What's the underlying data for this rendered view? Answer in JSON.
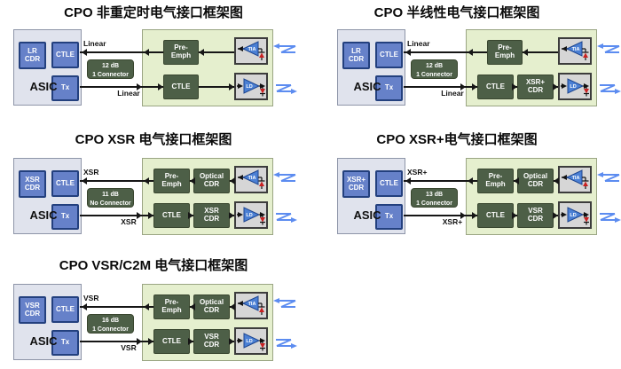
{
  "colors": {
    "dark_green_box": "#4d5f47",
    "module_bg": "#e5efce",
    "asic_bg": "#e0e3ed",
    "blue_box": "#6681c9",
    "triangle_blue": "#4b80d4",
    "diode_red": "#c92121",
    "optical_signal_blue": "#5c8cf0",
    "line_black": "#161616"
  },
  "shared": {
    "tia": "TIA",
    "ld": "LD"
  },
  "diagrams": [
    {
      "title": "CPO 非重定时电气接口框架图",
      "asic": "ASIC",
      "cdr": "LR\nCDR",
      "ctle": "CTLE",
      "tx": "Tx",
      "rx_label": "Linear",
      "tx_label": "Linear",
      "conn1": "12 dB",
      "conn2": "1 Connector",
      "rx1": "Pre-\nEmph",
      "tx1": "CTLE"
    },
    {
      "title": "CPO 半线性电气接口框架图",
      "asic": "ASIC",
      "cdr": "LR\nCDR",
      "ctle": "CTLE",
      "tx": "Tx",
      "rx_label": "Linear",
      "tx_label": "Linear",
      "conn1": "12 dB",
      "conn2": "1 Connector",
      "rx1": "Pre-\nEmph",
      "tx1": "CTLE",
      "tx2": "XSR+\nCDR"
    },
    {
      "title": "CPO XSR 电气接口框架图",
      "asic": "ASIC",
      "cdr": "XSR\nCDR",
      "ctle": "CTLE",
      "tx": "Tx",
      "rx_label": "XSR",
      "tx_label": "XSR",
      "conn1": "11 dB",
      "conn2": "No Connector",
      "rx1": "Pre-\nEmph",
      "rx2": "Optical\nCDR",
      "tx1": "CTLE",
      "tx2": "XSR\nCDR"
    },
    {
      "title": "CPO XSR+电气接口框架图",
      "asic": "ASIC",
      "cdr": "XSR+\nCDR",
      "ctle": "CTLE",
      "tx": "Tx",
      "rx_label": "XSR+",
      "tx_label": "XSR+",
      "conn1": "13 dB",
      "conn2": "1 Connector",
      "rx1": "Pre-\nEmph",
      "rx2": "Optical\nCDR",
      "tx1": "CTLE",
      "tx2": "VSR\nCDR"
    },
    {
      "title": "CPO VSR/C2M 电气接口框架图",
      "asic": "ASIC",
      "cdr": "VSR\nCDR",
      "ctle": "CTLE",
      "tx": "Tx",
      "rx_label": "VSR",
      "tx_label": "VSR",
      "conn1": "16 dB",
      "conn2": "1 Connector",
      "rx1": "Pre-\nEmph",
      "rx2": "Optical\nCDR",
      "tx1": "CTLE",
      "tx2": "VSR\nCDR"
    }
  ]
}
